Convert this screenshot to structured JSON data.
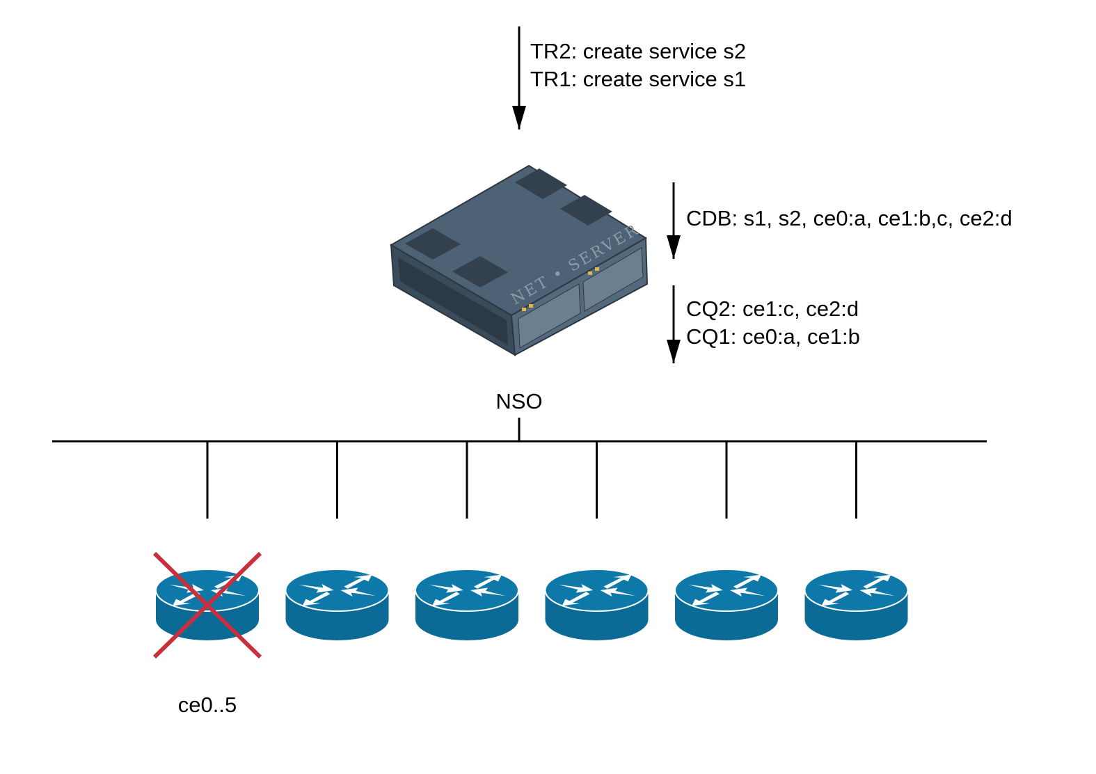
{
  "diagram": {
    "incoming_transactions": [
      "TR2: create service s2",
      "TR1: create service s1"
    ],
    "server": {
      "label": "NSO",
      "chassis_text": "NET • SERVER",
      "cdb": "CDB: s1, s2, ce0:a, ce1:b,c, ce2:d",
      "commit_queue": [
        "CQ2: ce1:c, ce2:d",
        "CQ1: ce0:a, ce1:b"
      ]
    },
    "devices": {
      "label": "ce0..5",
      "items": [
        {
          "id": "ce0",
          "failed": true
        },
        {
          "id": "ce1",
          "failed": false
        },
        {
          "id": "ce2",
          "failed": false
        },
        {
          "id": "ce3",
          "failed": false
        },
        {
          "id": "ce4",
          "failed": false
        },
        {
          "id": "ce5",
          "failed": false
        }
      ]
    },
    "colors": {
      "router": "#0b6a96",
      "router_top": "#0e79a8",
      "server_body": "#3a4b5a",
      "server_top": "#4d6275",
      "failure_mark": "#c8303e",
      "line": "#000000"
    }
  }
}
